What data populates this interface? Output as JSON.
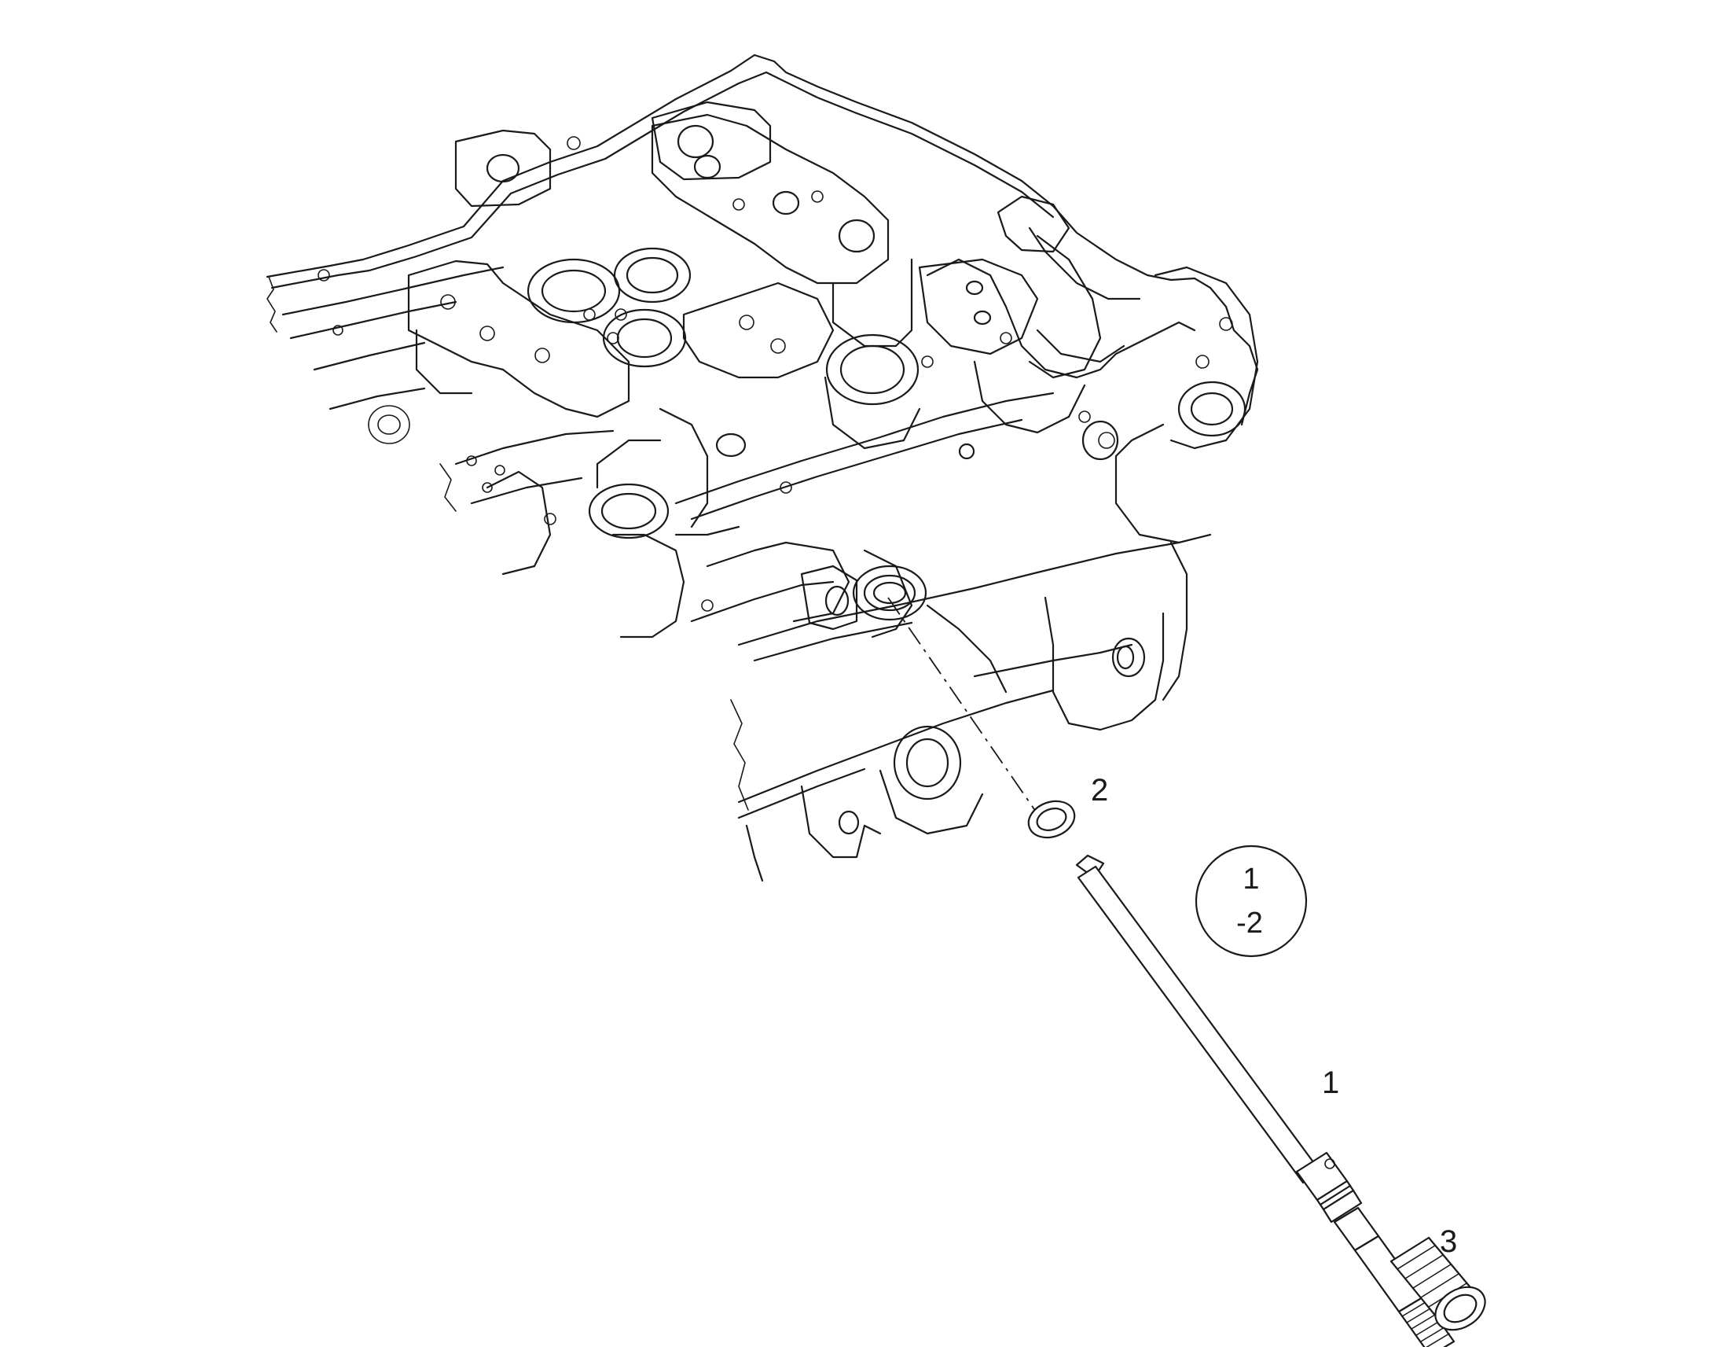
{
  "callouts": {
    "part_1": "1",
    "part_2": "2",
    "part_3": "3"
  },
  "reference_circle": {
    "line1": "1",
    "line2": "-2"
  }
}
